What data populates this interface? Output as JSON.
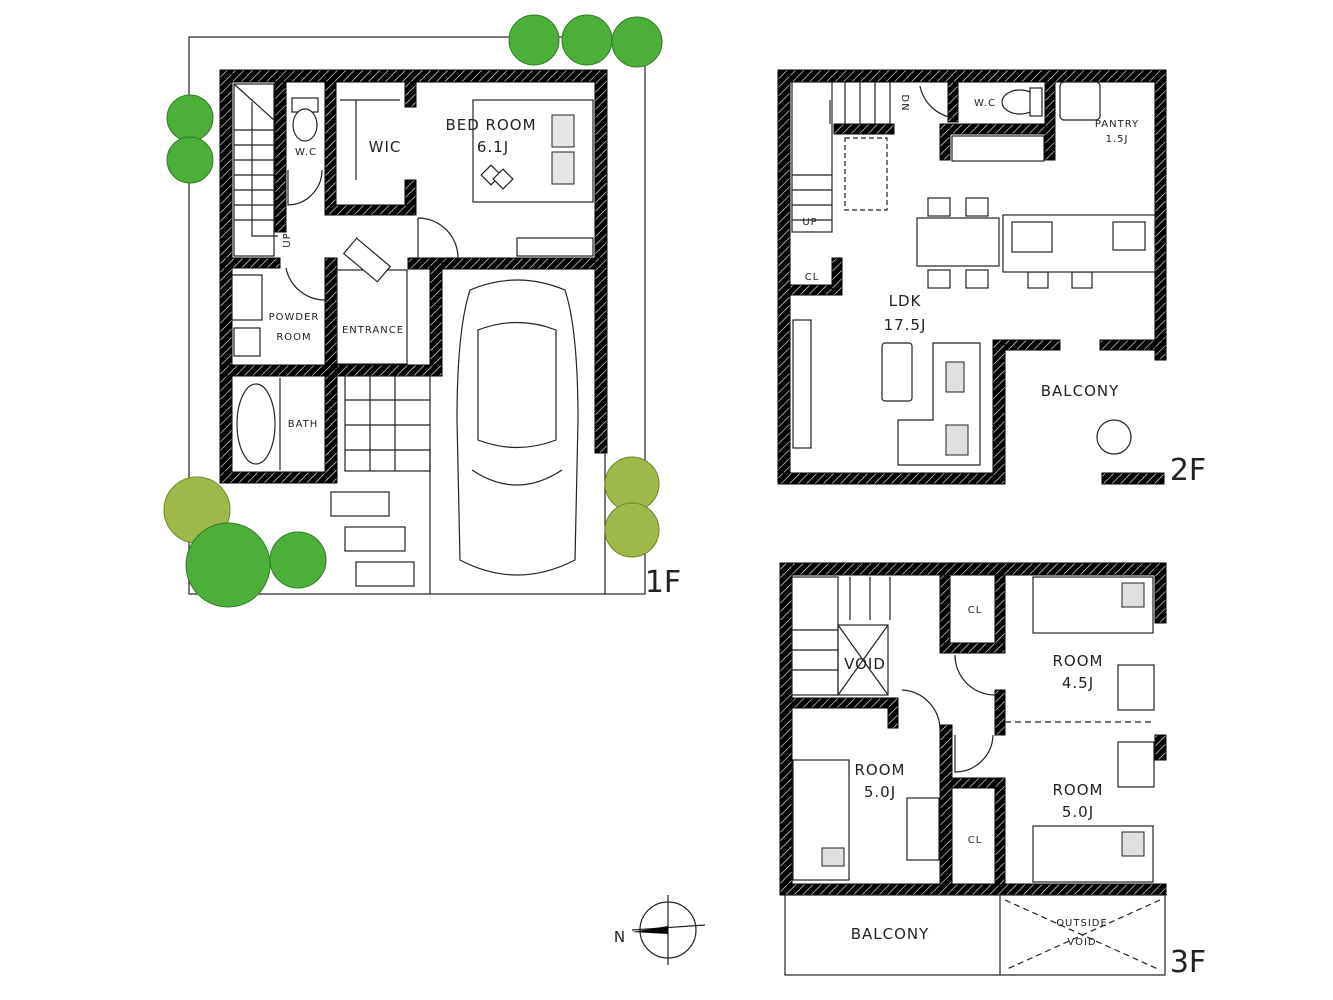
{
  "floors": {
    "f1": {
      "floor_label": "1F",
      "rooms": {
        "bed_room": "BED ROOM",
        "bed_room_size": "6.1J",
        "wic": "WIC",
        "wc": "W.C",
        "up": "UP",
        "powder": "POWDER",
        "powder_room": "ROOM",
        "entrance": "ENTRANCE",
        "bath": "BATH"
      }
    },
    "f2": {
      "floor_label": "2F",
      "rooms": {
        "dn": "DN",
        "wc": "W.C",
        "pantry": "PANTRY",
        "pantry_size": "1.5J",
        "up": "UP",
        "cl": "CL",
        "ldk": "LDK",
        "ldk_size": "17.5J",
        "balcony": "BALCONY"
      }
    },
    "f3": {
      "floor_label": "3F",
      "rooms": {
        "cl_top": "CL",
        "void": "VOID",
        "room_a": "ROOM",
        "room_a_size": "4.5J",
        "room_b": "ROOM",
        "room_b_size": "5.0J",
        "room_c": "ROOM",
        "room_c_size": "5.0J",
        "cl_bottom": "CL",
        "balcony": "BALCONY",
        "outside": "OUTSIDE",
        "outside_void": "VOID"
      }
    }
  },
  "compass": {
    "north": "N"
  },
  "colors": {
    "wall": "#000000",
    "tree": "#4caf3a",
    "tree_light": "#9fb84a"
  }
}
